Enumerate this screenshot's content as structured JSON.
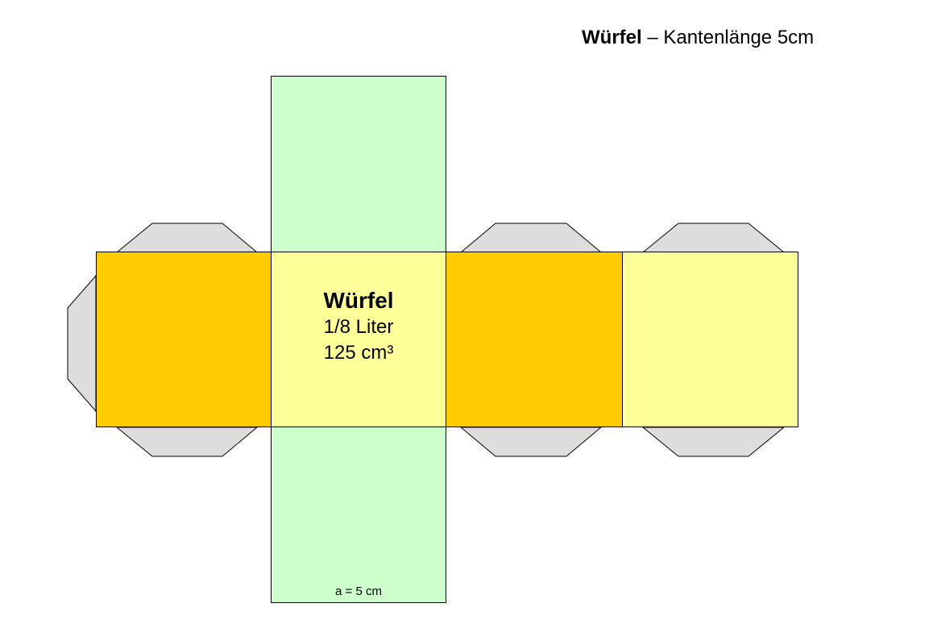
{
  "title": {
    "bold": "Würfel",
    "rest": " – Kantenlänge 5cm"
  },
  "center_face": {
    "name": "Würfel",
    "volume_liter": "1/8 Liter",
    "volume_cm": "125 cm³"
  },
  "edge_label": "a = 5 cm",
  "colors": {
    "side_face": "#ffcc00",
    "front_face": "#ffff99",
    "top_bottom_face": "#ccffcc",
    "glue_flap": "#dddddd",
    "outline": "#000000"
  }
}
